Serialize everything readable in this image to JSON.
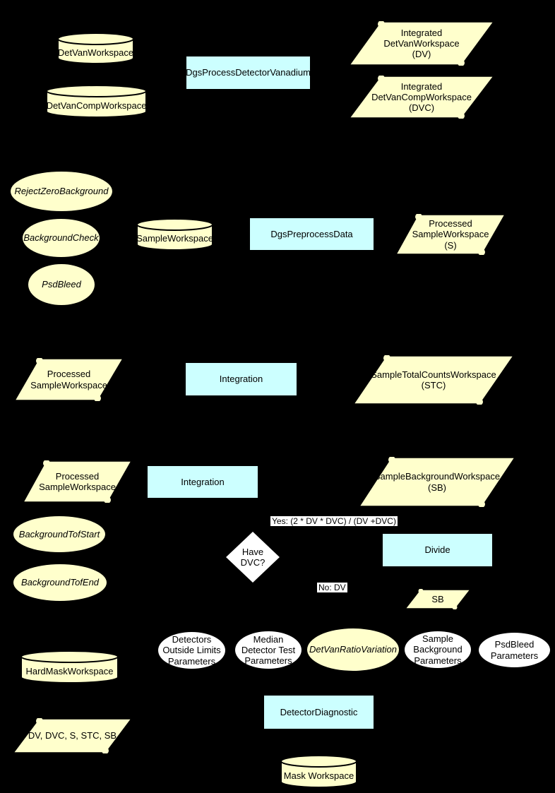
{
  "diagram": {
    "title": "DgsReduction detector diagnostics workflow",
    "colors": {
      "background": "#000000",
      "workspace_fill": "#FFFFCC",
      "process_fill": "#CCFFFF",
      "parameter_fill": "#FFFFFF",
      "stroke": "#000000"
    },
    "nodes": {
      "det_van_workspace": {
        "shape": "cylinder",
        "label": "DetVanWorkspace"
      },
      "det_van_comp_workspace": {
        "shape": "cylinder",
        "label": "DetVanCompWorkspace"
      },
      "dgs_process_detector_vanadium": {
        "shape": "process",
        "label": "DgsProcessDetectorVanadium"
      },
      "integrated_det_van_workspace": {
        "shape": "parallelogram",
        "label": "Integrated\nDetVanWorkspace\n(DV)"
      },
      "integrated_det_van_comp_workspace": {
        "shape": "parallelogram",
        "label": "Integrated\nDetVanCompWorkspace\n(DVC)"
      },
      "reject_zero_background": {
        "shape": "ellipse",
        "label": "RejectZeroBackground"
      },
      "background_check": {
        "shape": "ellipse",
        "label": "BackgroundCheck"
      },
      "psd_bleed": {
        "shape": "ellipse",
        "label": "PsdBleed"
      },
      "sample_workspace": {
        "shape": "cylinder",
        "label": "SampleWorkspace"
      },
      "dgs_preprocess_data": {
        "shape": "process",
        "label": "DgsPreprocessData"
      },
      "processed_sample_workspace_s": {
        "shape": "parallelogram",
        "label": "Processed\nSampleWorkspace\n(S)"
      },
      "processed_sample_workspace_1": {
        "shape": "parallelogram",
        "label": "Processed\nSampleWorkspace"
      },
      "integration_1": {
        "shape": "process",
        "label": "Integration"
      },
      "sample_total_counts_workspace": {
        "shape": "parallelogram",
        "label": "SampleTotalCountsWorkspace\n(STC)"
      },
      "processed_sample_workspace_2": {
        "shape": "parallelogram",
        "label": "Processed\nSampleWorkspace"
      },
      "integration_2": {
        "shape": "process",
        "label": "Integration"
      },
      "sample_background_workspace": {
        "shape": "parallelogram",
        "label": "SampleBackgroundWorkspace\n(SB)"
      },
      "background_tof_start": {
        "shape": "ellipse",
        "label": "BackgroundTofStart"
      },
      "background_tof_end": {
        "shape": "ellipse",
        "label": "BackgroundTofEnd"
      },
      "have_dvc": {
        "shape": "decision",
        "label": "Have\nDVC?"
      },
      "divide": {
        "shape": "process",
        "label": "Divide"
      },
      "sb": {
        "shape": "parallelogram",
        "label": "SB"
      },
      "detectors_outside_limits_parameters": {
        "shape": "ellipse-white",
        "label": "Detectors\nOutside Limits\nParameters"
      },
      "median_detector_test_parameters": {
        "shape": "ellipse-white",
        "label": "Median\nDetector Test\nParameters"
      },
      "det_van_ratio_variation": {
        "shape": "ellipse",
        "label": "DetVanRatioVariation"
      },
      "sample_background_parameters": {
        "shape": "ellipse-white",
        "label": "Sample\nBackground\nParameters"
      },
      "psd_bleed_parameters": {
        "shape": "ellipse-white",
        "label": "PsdBleed\nParameters"
      },
      "hard_mask_workspace": {
        "shape": "cylinder",
        "label": "HardMaskWorkspace"
      },
      "dv_dvc_s_stc_sb": {
        "shape": "parallelogram",
        "label": "DV, DVC, S, STC, SB"
      },
      "detector_diagnostic": {
        "shape": "process",
        "label": "DetectorDiagnostic"
      },
      "mask_workspace": {
        "shape": "cylinder",
        "label": "Mask Workspace"
      }
    },
    "edge_labels": {
      "yes_branch": "Yes: (2 * DV * DVC) / (DV +DVC)",
      "no_branch": "No: DV"
    }
  }
}
